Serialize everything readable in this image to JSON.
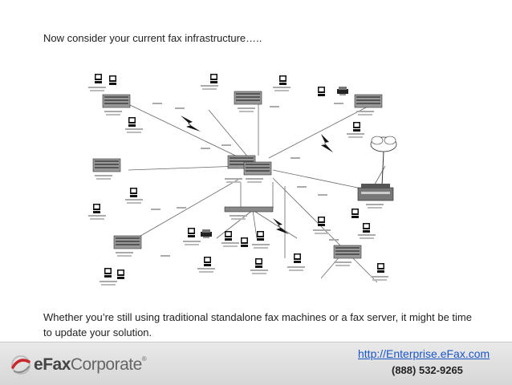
{
  "slide": {
    "heading": "Now consider your current fax infrastructure…..",
    "caption": "Whether you’re still using traditional standalone fax machines or a fax server, it might be time to update your solution."
  },
  "footer": {
    "logo_e": "e",
    "logo_fax": "Fax",
    "logo_corp": "Corporate",
    "link": "http://Enterprise.eFax.com",
    "phone": "(888) 532-9265"
  },
  "diagram": {
    "icons": [
      "pc-icon",
      "printer-icon",
      "fax-icon",
      "server-rack-icon",
      "cloud-icon",
      "lightning-icon",
      "building-icon"
    ]
  },
  "colors": {
    "link": "#1a56c7",
    "footer_bg": "#dedede",
    "logo_red": "#c8282d"
  }
}
